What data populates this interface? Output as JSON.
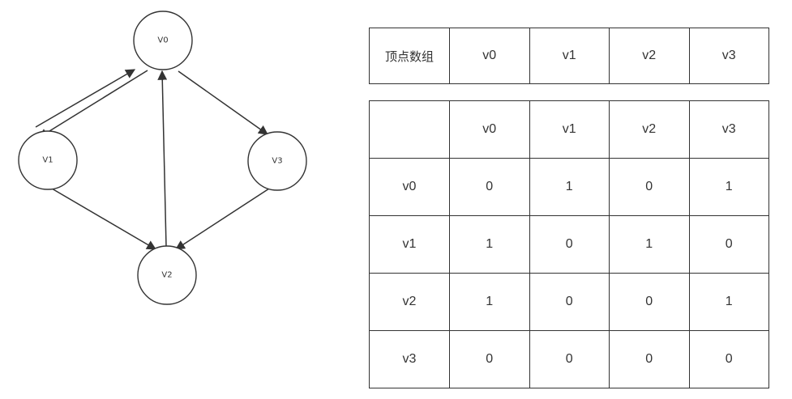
{
  "graph": {
    "nodes": [
      {
        "id": "v0",
        "label": "V0"
      },
      {
        "id": "v1",
        "label": "V1"
      },
      {
        "id": "v2",
        "label": "V2"
      },
      {
        "id": "v3",
        "label": "V3"
      }
    ],
    "edges": [
      {
        "from": "v1",
        "to": "v0"
      },
      {
        "from": "v0",
        "to": "v1"
      },
      {
        "from": "v0",
        "to": "v3"
      },
      {
        "from": "v1",
        "to": "v2"
      },
      {
        "from": "v3",
        "to": "v2"
      },
      {
        "from": "v2",
        "to": "v0"
      }
    ]
  },
  "vertex_array": {
    "label": "顶点数组",
    "values": [
      "v0",
      "v1",
      "v2",
      "v3"
    ]
  },
  "adjacency_matrix": {
    "corner": "",
    "col_headers": [
      "v0",
      "v1",
      "v2",
      "v3"
    ],
    "rows": [
      {
        "label": "v0",
        "values": [
          "0",
          "1",
          "0",
          "1"
        ]
      },
      {
        "label": "v1",
        "values": [
          "1",
          "0",
          "1",
          "0"
        ]
      },
      {
        "label": "v2",
        "values": [
          "1",
          "0",
          "0",
          "1"
        ]
      },
      {
        "label": "v3",
        "values": [
          "0",
          "0",
          "0",
          "0"
        ]
      }
    ]
  }
}
